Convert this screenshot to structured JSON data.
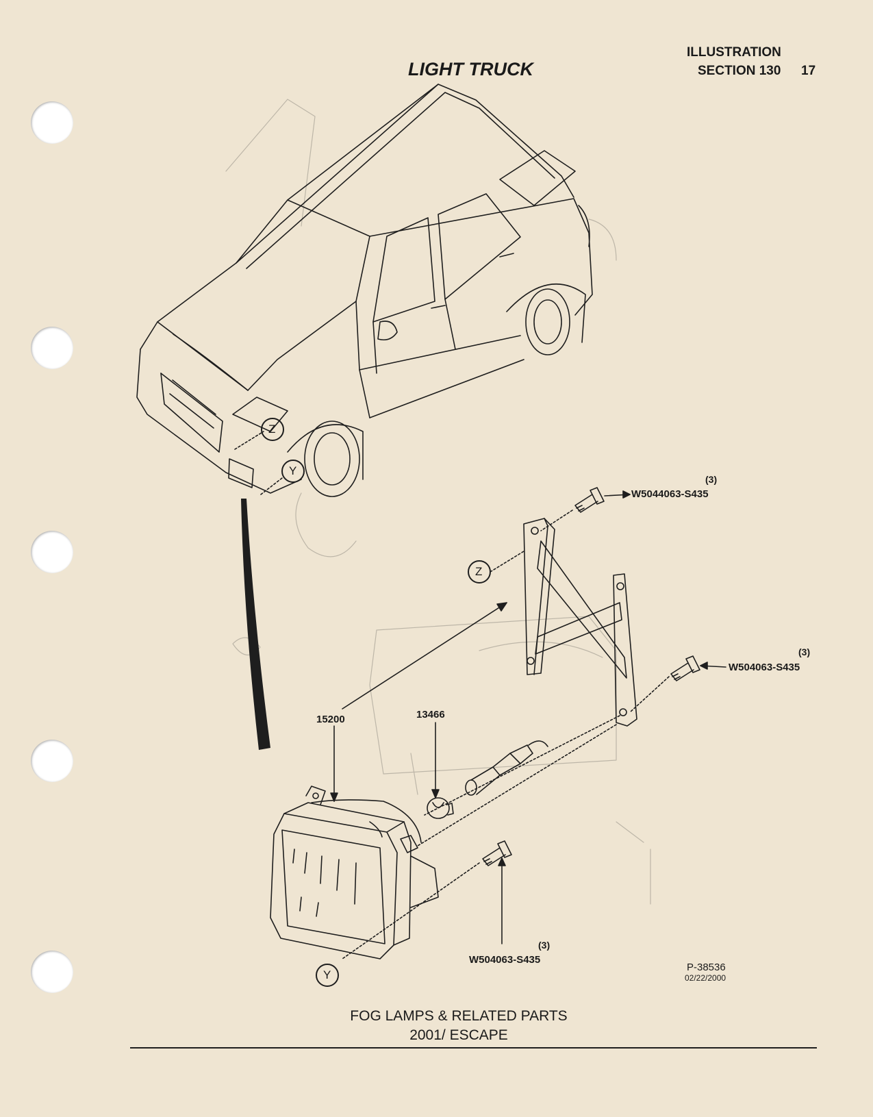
{
  "header": {
    "section_label": "ILLUSTRATION",
    "section_number": "SECTION 130",
    "page_number": "17",
    "title": "LIGHT TRUCK"
  },
  "callouts": {
    "z": "Z",
    "y": "Y"
  },
  "parts": {
    "top_screw": {
      "qty": "(3)",
      "number": "W5044063-S435"
    },
    "right_screw": {
      "qty": "(3)",
      "number": "W504063-S435"
    },
    "bottom_screw": {
      "qty": "(3)",
      "number": "W504063-S435"
    },
    "fog_lamp": {
      "number": "15200"
    },
    "bulb": {
      "number": "13466"
    }
  },
  "drawing": {
    "number": "P-38536",
    "date": "02/22/2000"
  },
  "caption": {
    "line1": "FOG LAMPS & RELATED PARTS",
    "line2": "2001/ ESCAPE"
  }
}
